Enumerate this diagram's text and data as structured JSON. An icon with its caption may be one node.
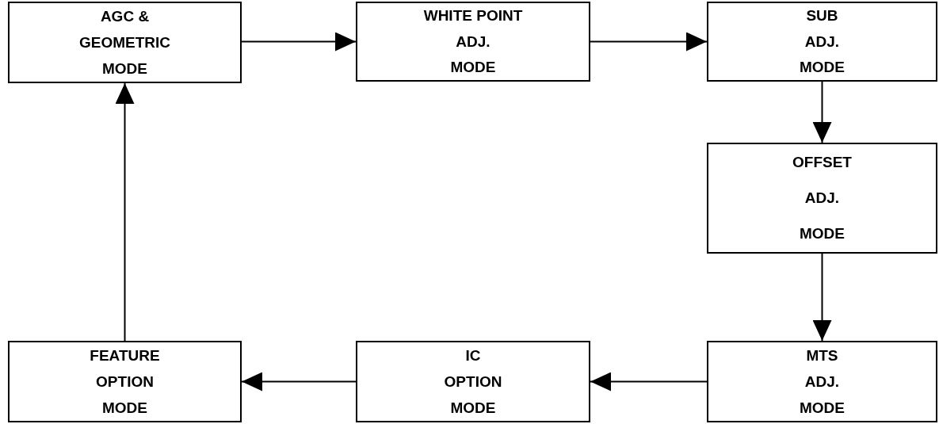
{
  "diagram": {
    "nodes": [
      {
        "text": [
          "AGC &",
          "GEOMETRIC",
          "MODE"
        ]
      },
      {
        "text": [
          "WHITE POINT",
          "ADJ.",
          "MODE"
        ]
      },
      {
        "text": [
          "SUB",
          "ADJ.",
          "MODE"
        ]
      },
      {
        "text": [
          "OFFSET",
          "ADJ.",
          "MODE"
        ]
      },
      {
        "text": [
          "MTS",
          "ADJ.",
          "MODE"
        ]
      },
      {
        "text": [
          "IC",
          "OPTION",
          "MODE"
        ]
      },
      {
        "text": [
          "FEATURE",
          "OPTION",
          "MODE"
        ]
      }
    ],
    "edges": [
      {
        "from": 0,
        "to": 1,
        "arrow": "to"
      },
      {
        "from": 1,
        "to": 2,
        "arrow": "to"
      },
      {
        "from": 2,
        "to": 3,
        "arrow": "to"
      },
      {
        "from": 3,
        "to": 4,
        "arrow": "to"
      },
      {
        "from": 4,
        "to": 5,
        "arrow": "to"
      },
      {
        "from": 5,
        "to": 6,
        "arrow": "to"
      },
      {
        "from": 6,
        "to": 0,
        "arrow": "to"
      }
    ]
  }
}
